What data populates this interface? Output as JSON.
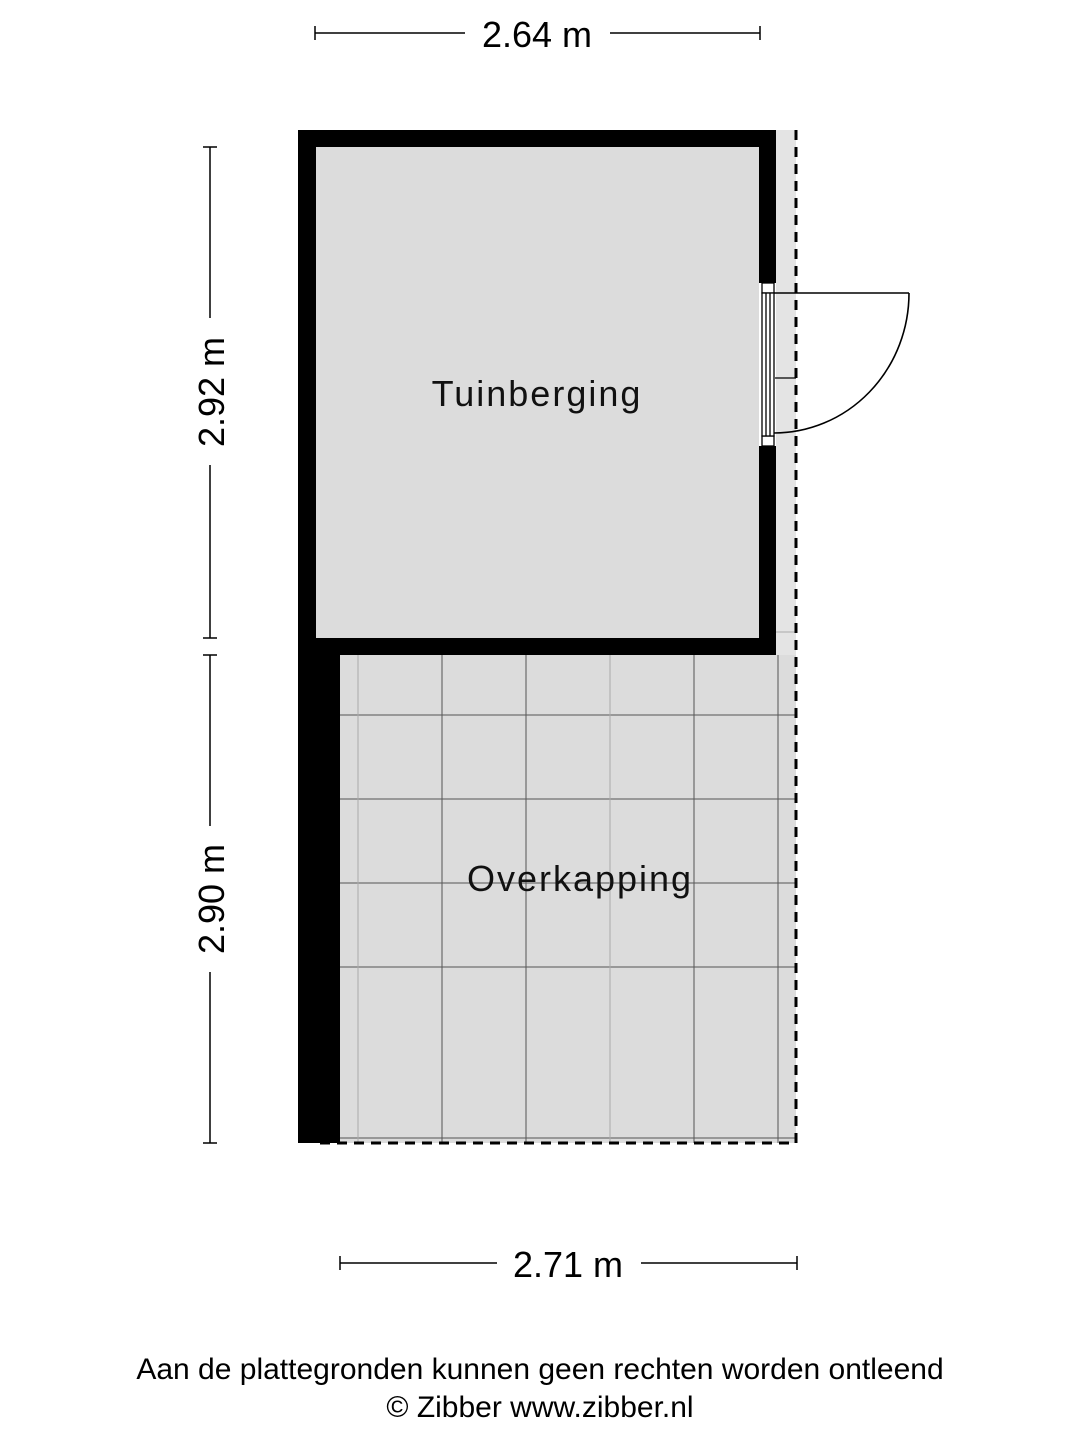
{
  "dimensions": {
    "top_width": "2.64 m",
    "bottom_width": "2.71 m",
    "left_upper_height": "2.92 m",
    "left_lower_height": "2.90 m"
  },
  "rooms": {
    "storage": "Tuinberging",
    "canopy": "Overkapping"
  },
  "footer": {
    "disclaimer": "Aan de plattegronden kunnen geen rechten worden ontleend",
    "copyright": "© Zibber www.zibber.nl"
  },
  "colors": {
    "wall": "#000000",
    "floor": "#dcdcdc"
  }
}
